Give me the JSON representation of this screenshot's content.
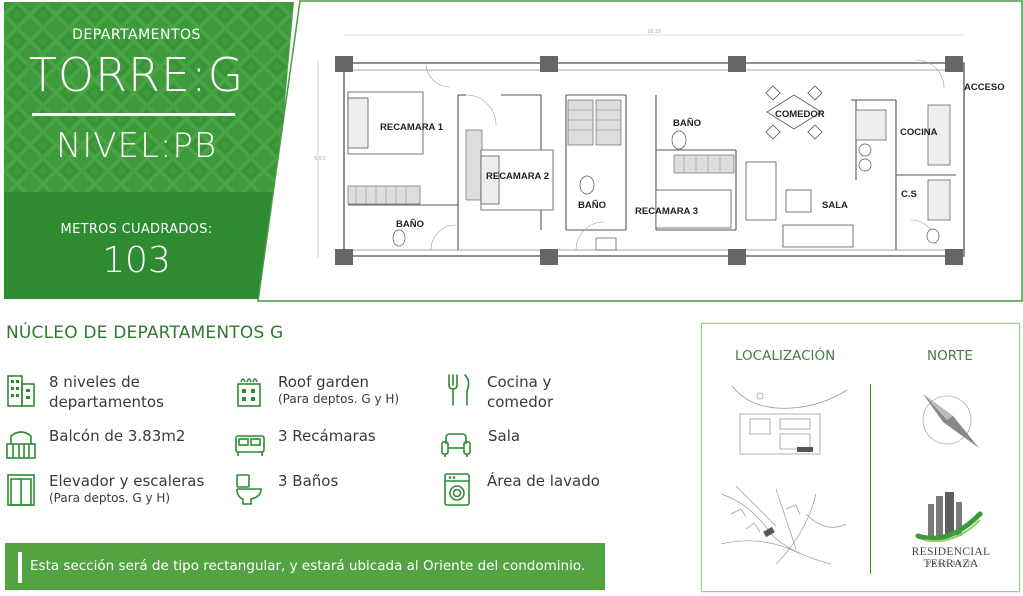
{
  "header": {
    "eyebrow": "DEPARTAMENTOS",
    "tower": "TORRE:G",
    "level": "NIVEL:PB",
    "area_label": "METROS CUADRADOS:",
    "area_value": "103"
  },
  "floorplan": {
    "dimension_width": "16.35",
    "dimension_height": "6.53",
    "rooms": {
      "recamara1": "RECAMARA 1",
      "recamara2": "RECAMARA 2",
      "recamara3": "RECAMARA 3",
      "bano1": "BAÑO",
      "bano2": "BAÑO",
      "bano3": "BAÑO",
      "comedor": "COMEDOR",
      "cocina": "COCINA",
      "sala": "SALA",
      "cs": "C.S",
      "acceso": "ACCESO"
    }
  },
  "section_title": "NÚCLEO DE DEPARTAMENTOS G",
  "features": [
    {
      "icon": "building-icon",
      "line1": "8 niveles de",
      "line2": "departamentos",
      "sub": ""
    },
    {
      "icon": "roof-garden-icon",
      "line1": "Roof garden",
      "line2": "",
      "sub": "(Para deptos. G y H)"
    },
    {
      "icon": "fork-knife-icon",
      "line1": "Cocina y",
      "line2": "comedor",
      "sub": ""
    },
    {
      "icon": "balcony-icon",
      "line1": "Balcón de 3.83m2",
      "line2": "",
      "sub": ""
    },
    {
      "icon": "bed-icon",
      "line1": "3 Recámaras",
      "line2": "",
      "sub": ""
    },
    {
      "icon": "sofa-icon",
      "line1": "Sala",
      "line2": "",
      "sub": ""
    },
    {
      "icon": "elevator-icon",
      "line1": "Elevador y escaleras",
      "line2": "",
      "sub": "(Para deptos. G y H)"
    },
    {
      "icon": "toilet-icon",
      "line1": "3 Baños",
      "line2": "",
      "sub": ""
    },
    {
      "icon": "washing-machine-icon",
      "line1": "Área de lavado",
      "line2": "",
      "sub": ""
    }
  ],
  "note": "Esta sección será de tipo rectangular, y estará ubicada al Oriente del condominio.",
  "location": {
    "title": "LOCALIZACIÓN",
    "north": "NORTE",
    "logo_name": "RESIDENCIAL TERRAZA",
    "logo_sub": "PALO SOLO"
  },
  "colors": {
    "brand_green": "#3d9a3a",
    "dark_green": "#2e8b32",
    "note_green": "#53a343"
  }
}
